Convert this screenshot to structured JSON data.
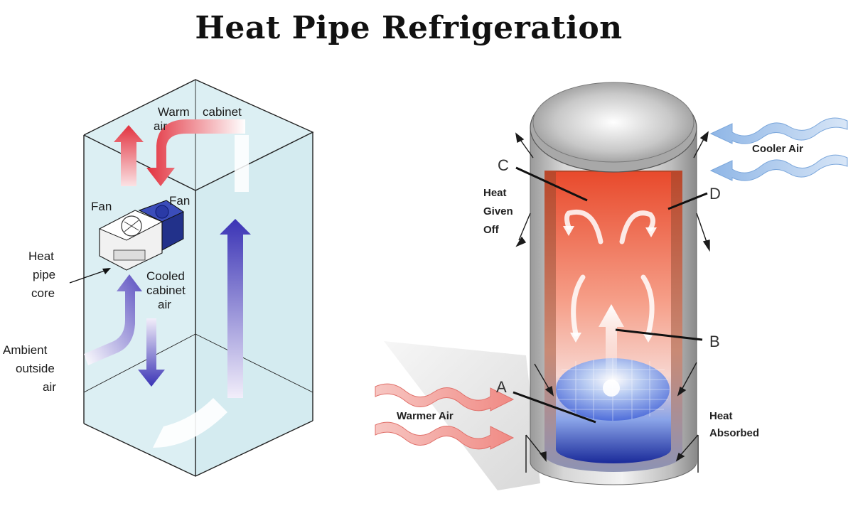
{
  "title": "Heat Pipe Refrigeration",
  "left_diagram": {
    "labels": {
      "warm_air": [
        "Warm",
        "air"
      ],
      "cabinet": "cabinet",
      "fan_left": "Fan",
      "fan_right": "Fan",
      "heat_pipe_core": [
        "Heat",
        "pipe",
        "core"
      ],
      "cooled_cabinet_air": [
        "Cooled",
        "cabinet",
        "air"
      ],
      "ambient_outside_air": [
        "Ambient",
        "outside",
        "air"
      ]
    }
  },
  "right_diagram": {
    "labels": {
      "letter_a": "A",
      "letter_b": "B",
      "letter_c": "C",
      "letter_d": "D",
      "cooler_air": "Cooler Air",
      "warmer_air": "Warmer Air",
      "heat_given_off": [
        "Heat",
        "Given",
        "Off"
      ],
      "heat_absorbed": [
        "Heat",
        "Absorbed"
      ]
    }
  },
  "colors": {
    "warm": "#e2323f",
    "cool": "#3a33b5",
    "cooler_air": "#8fb6e6",
    "warmer_air": "#f08a84",
    "cabinet_glass": "#dceff3"
  }
}
